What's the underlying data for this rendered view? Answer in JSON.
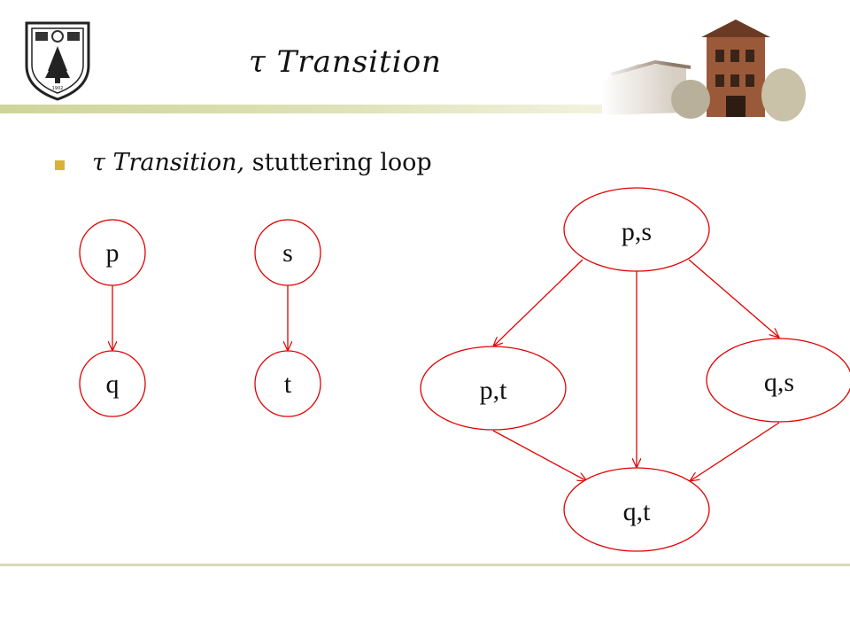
{
  "slide": {
    "title": "τ Transition",
    "bullet": {
      "math": "τ Transition,",
      "text": "stuttering loop"
    }
  },
  "diagram": {
    "node_color": "#e00000",
    "edge_color": "#e00000",
    "nodes": [
      {
        "id": "p",
        "label": "p"
      },
      {
        "id": "q",
        "label": "q"
      },
      {
        "id": "s",
        "label": "s"
      },
      {
        "id": "t",
        "label": "t"
      },
      {
        "id": "ps",
        "label": "p,s"
      },
      {
        "id": "pt",
        "label": "p,t"
      },
      {
        "id": "qs",
        "label": "q,s"
      },
      {
        "id": "qt",
        "label": "q,t"
      }
    ],
    "edges": [
      {
        "from": "p",
        "to": "q"
      },
      {
        "from": "s",
        "to": "t"
      },
      {
        "from": "ps",
        "to": "pt"
      },
      {
        "from": "ps",
        "to": "qt"
      },
      {
        "from": "ps",
        "to": "qs"
      },
      {
        "from": "pt",
        "to": "qt"
      },
      {
        "from": "qs",
        "to": "qt"
      }
    ]
  }
}
